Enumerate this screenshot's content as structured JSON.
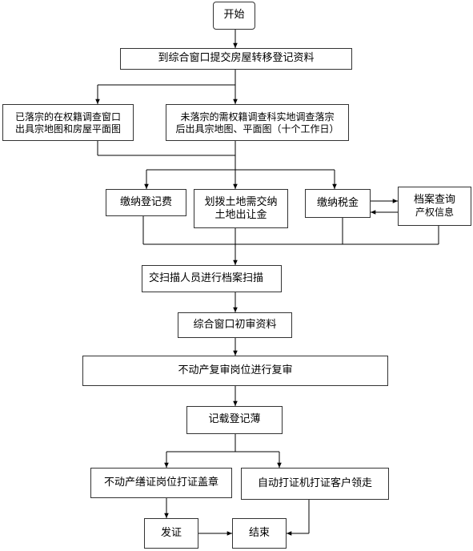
{
  "nodes": {
    "start": "开始",
    "submit": "到综合窗口提交房屋转移登记资料",
    "registered_line1": "已落宗的在权籍调查窗口",
    "registered_line2": "出具宗地图和房屋平面图",
    "unregistered_line1": "未落宗的需权籍调查科实地调查落宗",
    "unregistered_line2": "后出具宗地图、平面图（十个工作日）",
    "pay_reg_fee": "缴纳登记费",
    "allocated_land_line1": "划拨土地需交纳",
    "allocated_land_line2": "土地出让金",
    "pay_tax": "缴纳税金",
    "archive_query_line1": "档案查询",
    "archive_query_line2": "产权信息",
    "scan": "交扫描人员进行档案扫描",
    "initial_review": "综合窗口初审资料",
    "re_review": "不动产复审岗位进行复审",
    "record_book": "记载登记薄",
    "certify_seal": "不动产缮证岗位打证盖章",
    "self_print": "自动打证机打证客户领走",
    "issue_cert": "发证",
    "end": "结束"
  }
}
